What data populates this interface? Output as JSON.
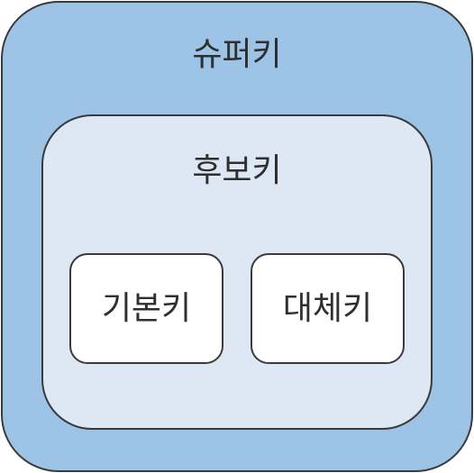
{
  "diagram": {
    "super_key": {
      "label": "슈퍼키"
    },
    "candidate_key": {
      "label": "후보키"
    },
    "primary_key": {
      "label": "기본키"
    },
    "alternate_key": {
      "label": "대체키"
    }
  },
  "colors": {
    "super_key_fill": "#9dc3e6",
    "candidate_key_fill": "#dee8f5",
    "leaf_fill": "#ffffff",
    "border": "#3a3a3a",
    "text": "#2f2f2f"
  }
}
